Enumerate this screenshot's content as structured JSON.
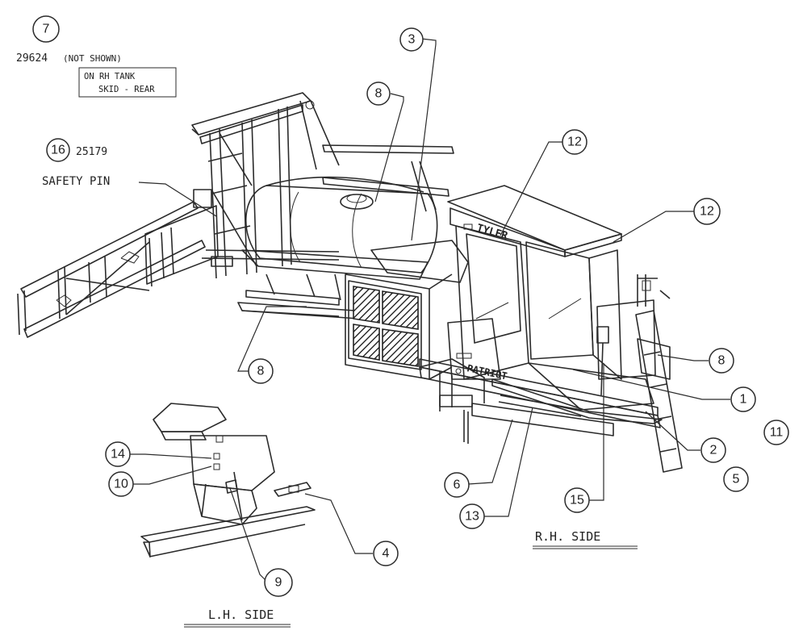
{
  "notes": {
    "note7_part": "29624",
    "note7_status": "(NOT SHOWN)",
    "note7_loc_1": "ON RH TANK",
    "note7_loc_2": "SKID - REAR",
    "note16_part": "25179",
    "note16_name": "SAFETY PIN"
  },
  "side_labels": {
    "rh": "R.H. SIDE",
    "lh": "L.H. SIDE"
  },
  "brand": {
    "tyler": "TYLER",
    "model": "PATRIOT"
  },
  "callouts": [
    "7",
    "16",
    "3",
    "8",
    "12",
    "12",
    "8",
    "8",
    "1",
    "11",
    "2",
    "5",
    "6",
    "13",
    "15",
    "14",
    "10",
    "4",
    "9"
  ]
}
